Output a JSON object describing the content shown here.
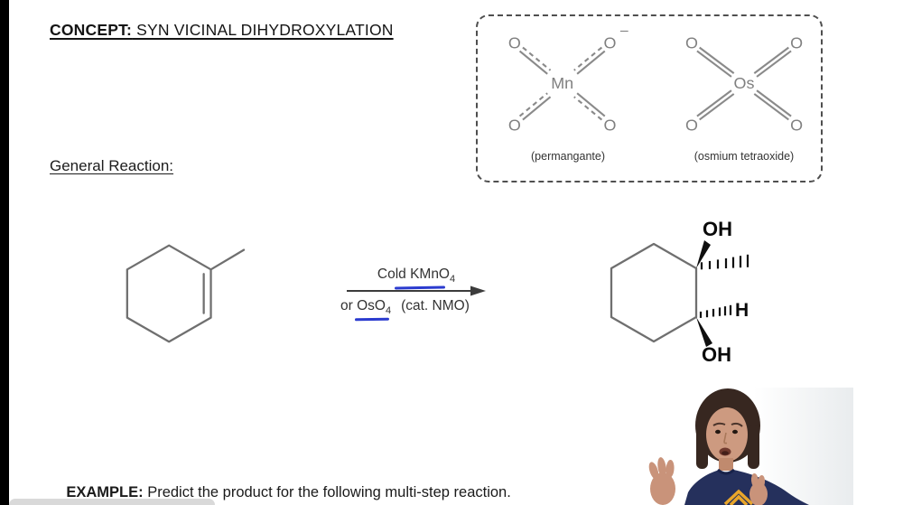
{
  "colors": {
    "annotation_blue": "#2b3bcf",
    "structure_gray": "#8a8a8a",
    "reaction_gray": "#6f6f6f",
    "stereo_black": "#0f0f0f",
    "text_dark": "#1a1a1a",
    "left_bar": "#000000",
    "shirt_navy": "#25305c",
    "logo_gold": "#e9a62a",
    "skin": "#cd9a80",
    "hair_brown": "#372720"
  },
  "concept": {
    "label": "CONCEPT:",
    "title": " SYN VICINAL DIHYDROXYLATION"
  },
  "oxidant_box": {
    "permanganate": {
      "central_atom": "Mn",
      "oxygen": "O",
      "charge": "–",
      "caption": "(permangante)"
    },
    "osmium_tetroxide": {
      "central_atom": "Os",
      "oxygen": "O",
      "caption": "(osmium tetraoxide)"
    }
  },
  "general_reaction": {
    "heading": "General Reaction:",
    "reagent_line1": {
      "prefix": "Cold ",
      "formula": "KMnO",
      "subscript": "4"
    },
    "reagent_line2": {
      "prefix": "or ",
      "formula": "OsO",
      "subscript": "4",
      "note": "(cat. NMO)"
    },
    "product_labels": {
      "hydroxyl_top": "OH",
      "hydrogen": "H",
      "hydroxyl_bottom": "OH"
    }
  },
  "example": {
    "label": "EXAMPLE:",
    "text": " Predict the product for the following multi-step reaction."
  }
}
